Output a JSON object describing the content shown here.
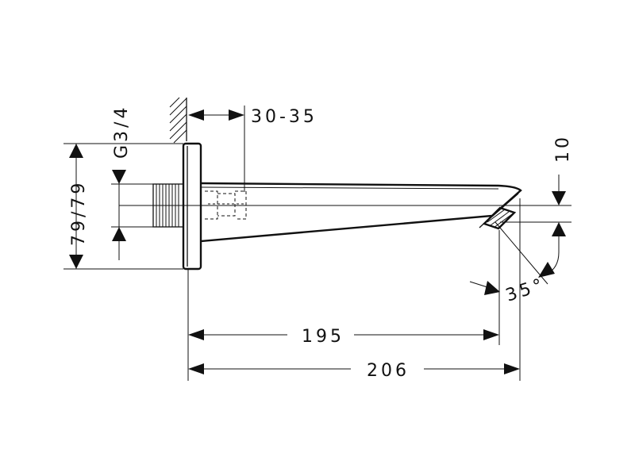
{
  "drawing": {
    "dimensions": {
      "wall_depth": "30-35",
      "thread": "G3/4",
      "flange_height": "79/79",
      "spout_tip_height": "10",
      "angle": "35°",
      "length_outlet": "195",
      "length_total": "206"
    },
    "colors": {
      "line": "#111111",
      "background": "#ffffff"
    }
  }
}
